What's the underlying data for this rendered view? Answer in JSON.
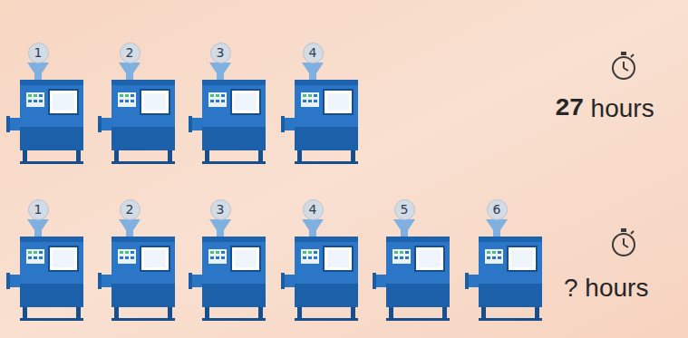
{
  "diagram": {
    "nodes": [
      {
        "text": [
          "1"
        ]
      },
      {
        "text": [
          "2"
        ]
      },
      {
        "text": [
          "3"
        ]
      },
      {
        "text": [
          "4"
        ]
      },
      {
        "text": [
          "1"
        ]
      },
      {
        "text": [
          "2"
        ]
      },
      {
        "text": [
          "3"
        ]
      },
      {
        "text": [
          "4"
        ]
      },
      {
        "text": [
          "5"
        ]
      },
      {
        "text": [
          "6"
        ]
      }
    ],
    "labels": [
      "27",
      "hours",
      "? hours"
    ]
  }
}
